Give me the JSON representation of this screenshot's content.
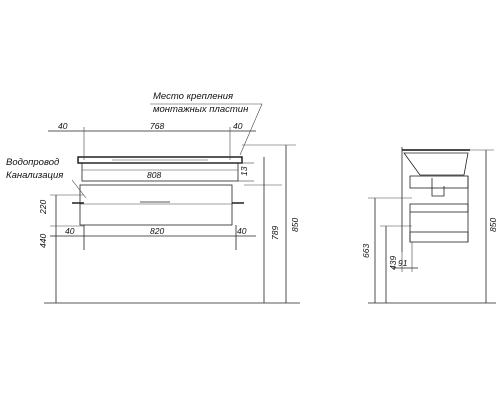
{
  "callouts": {
    "mounting_line1": "Место крепления",
    "mounting_line2": "монтажных пластин",
    "water_supply": "Водопровод",
    "sewer": "Канализация"
  },
  "front_dims": {
    "top_left_40": "40",
    "top_768": "768",
    "top_right_40": "40",
    "mid_808": "808",
    "right_13": "13",
    "left_220": "220",
    "left_440": "440",
    "bot_left_40": "40",
    "bot_820": "820",
    "bot_right_40": "40",
    "right_789": "789",
    "right_850": "850"
  },
  "side_dims": {
    "left_663": "663",
    "left_439": "439",
    "bot_91": "91",
    "right_850": "850"
  },
  "colors": {
    "line": "#222222",
    "text": "#111111",
    "background": "#ffffff"
  }
}
